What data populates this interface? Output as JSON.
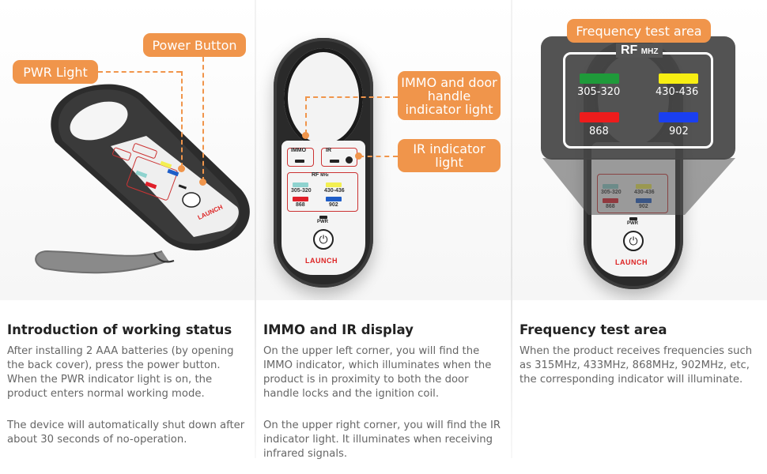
{
  "panels": [
    {
      "heading": "Introduction of working status",
      "paragraphs": [
        "After installing 2 AAA batteries (by opening the back cover), press the power button. When the PWR indicator light is on, the product enters normal working mode.",
        "The device will automatically shut down after about 30 seconds of no-operation."
      ],
      "callouts": {
        "pwr_light": "PWR Light",
        "power_button": "Power Button"
      }
    },
    {
      "heading": "IMMO and IR display",
      "paragraphs": [
        "On the upper left corner, you will find the IMMO indicator, which illuminates when the product is in proximity to both the door handle locks and the ignition coil.",
        "On the upper right corner, you will find the IR indicator light. It illuminates when receiving infrared signals."
      ],
      "callouts": {
        "immo": "IMMO and door handle indicator light",
        "ir": "IR indicator light"
      }
    },
    {
      "heading": "Frequency test area",
      "paragraphs": [
        "When the product receives frequencies such as 315MHz, 433MHz, 868MHz, 902MHz, etc, the corresponding indicator will illuminate."
      ],
      "callouts": {
        "freq": "Frequency test area"
      }
    }
  ],
  "device": {
    "immo_label": "IMMO",
    "ir_label": "IR",
    "rf_label": "RF",
    "mhz_label": "MHz",
    "pwr_label": "PWR",
    "brand": "LAUNCH",
    "power_symbol": "⏻",
    "bands": [
      {
        "label": "305-320",
        "color": "#8fd3cf"
      },
      {
        "label": "430-436",
        "color": "#f3ef52"
      },
      {
        "label": "868",
        "color": "#e0202a"
      },
      {
        "label": "902",
        "color": "#1f5ec8"
      }
    ]
  },
  "freq_overlay": {
    "title": "RF",
    "unit": "MHZ",
    "bands": [
      {
        "label": "305-320",
        "color": "#1f9a3a"
      },
      {
        "label": "430-436",
        "color": "#f7ee12"
      },
      {
        "label": "868",
        "color": "#ee1c1c"
      },
      {
        "label": "902",
        "color": "#1a3ff0"
      }
    ]
  },
  "colors": {
    "accent": "#f0954b"
  }
}
